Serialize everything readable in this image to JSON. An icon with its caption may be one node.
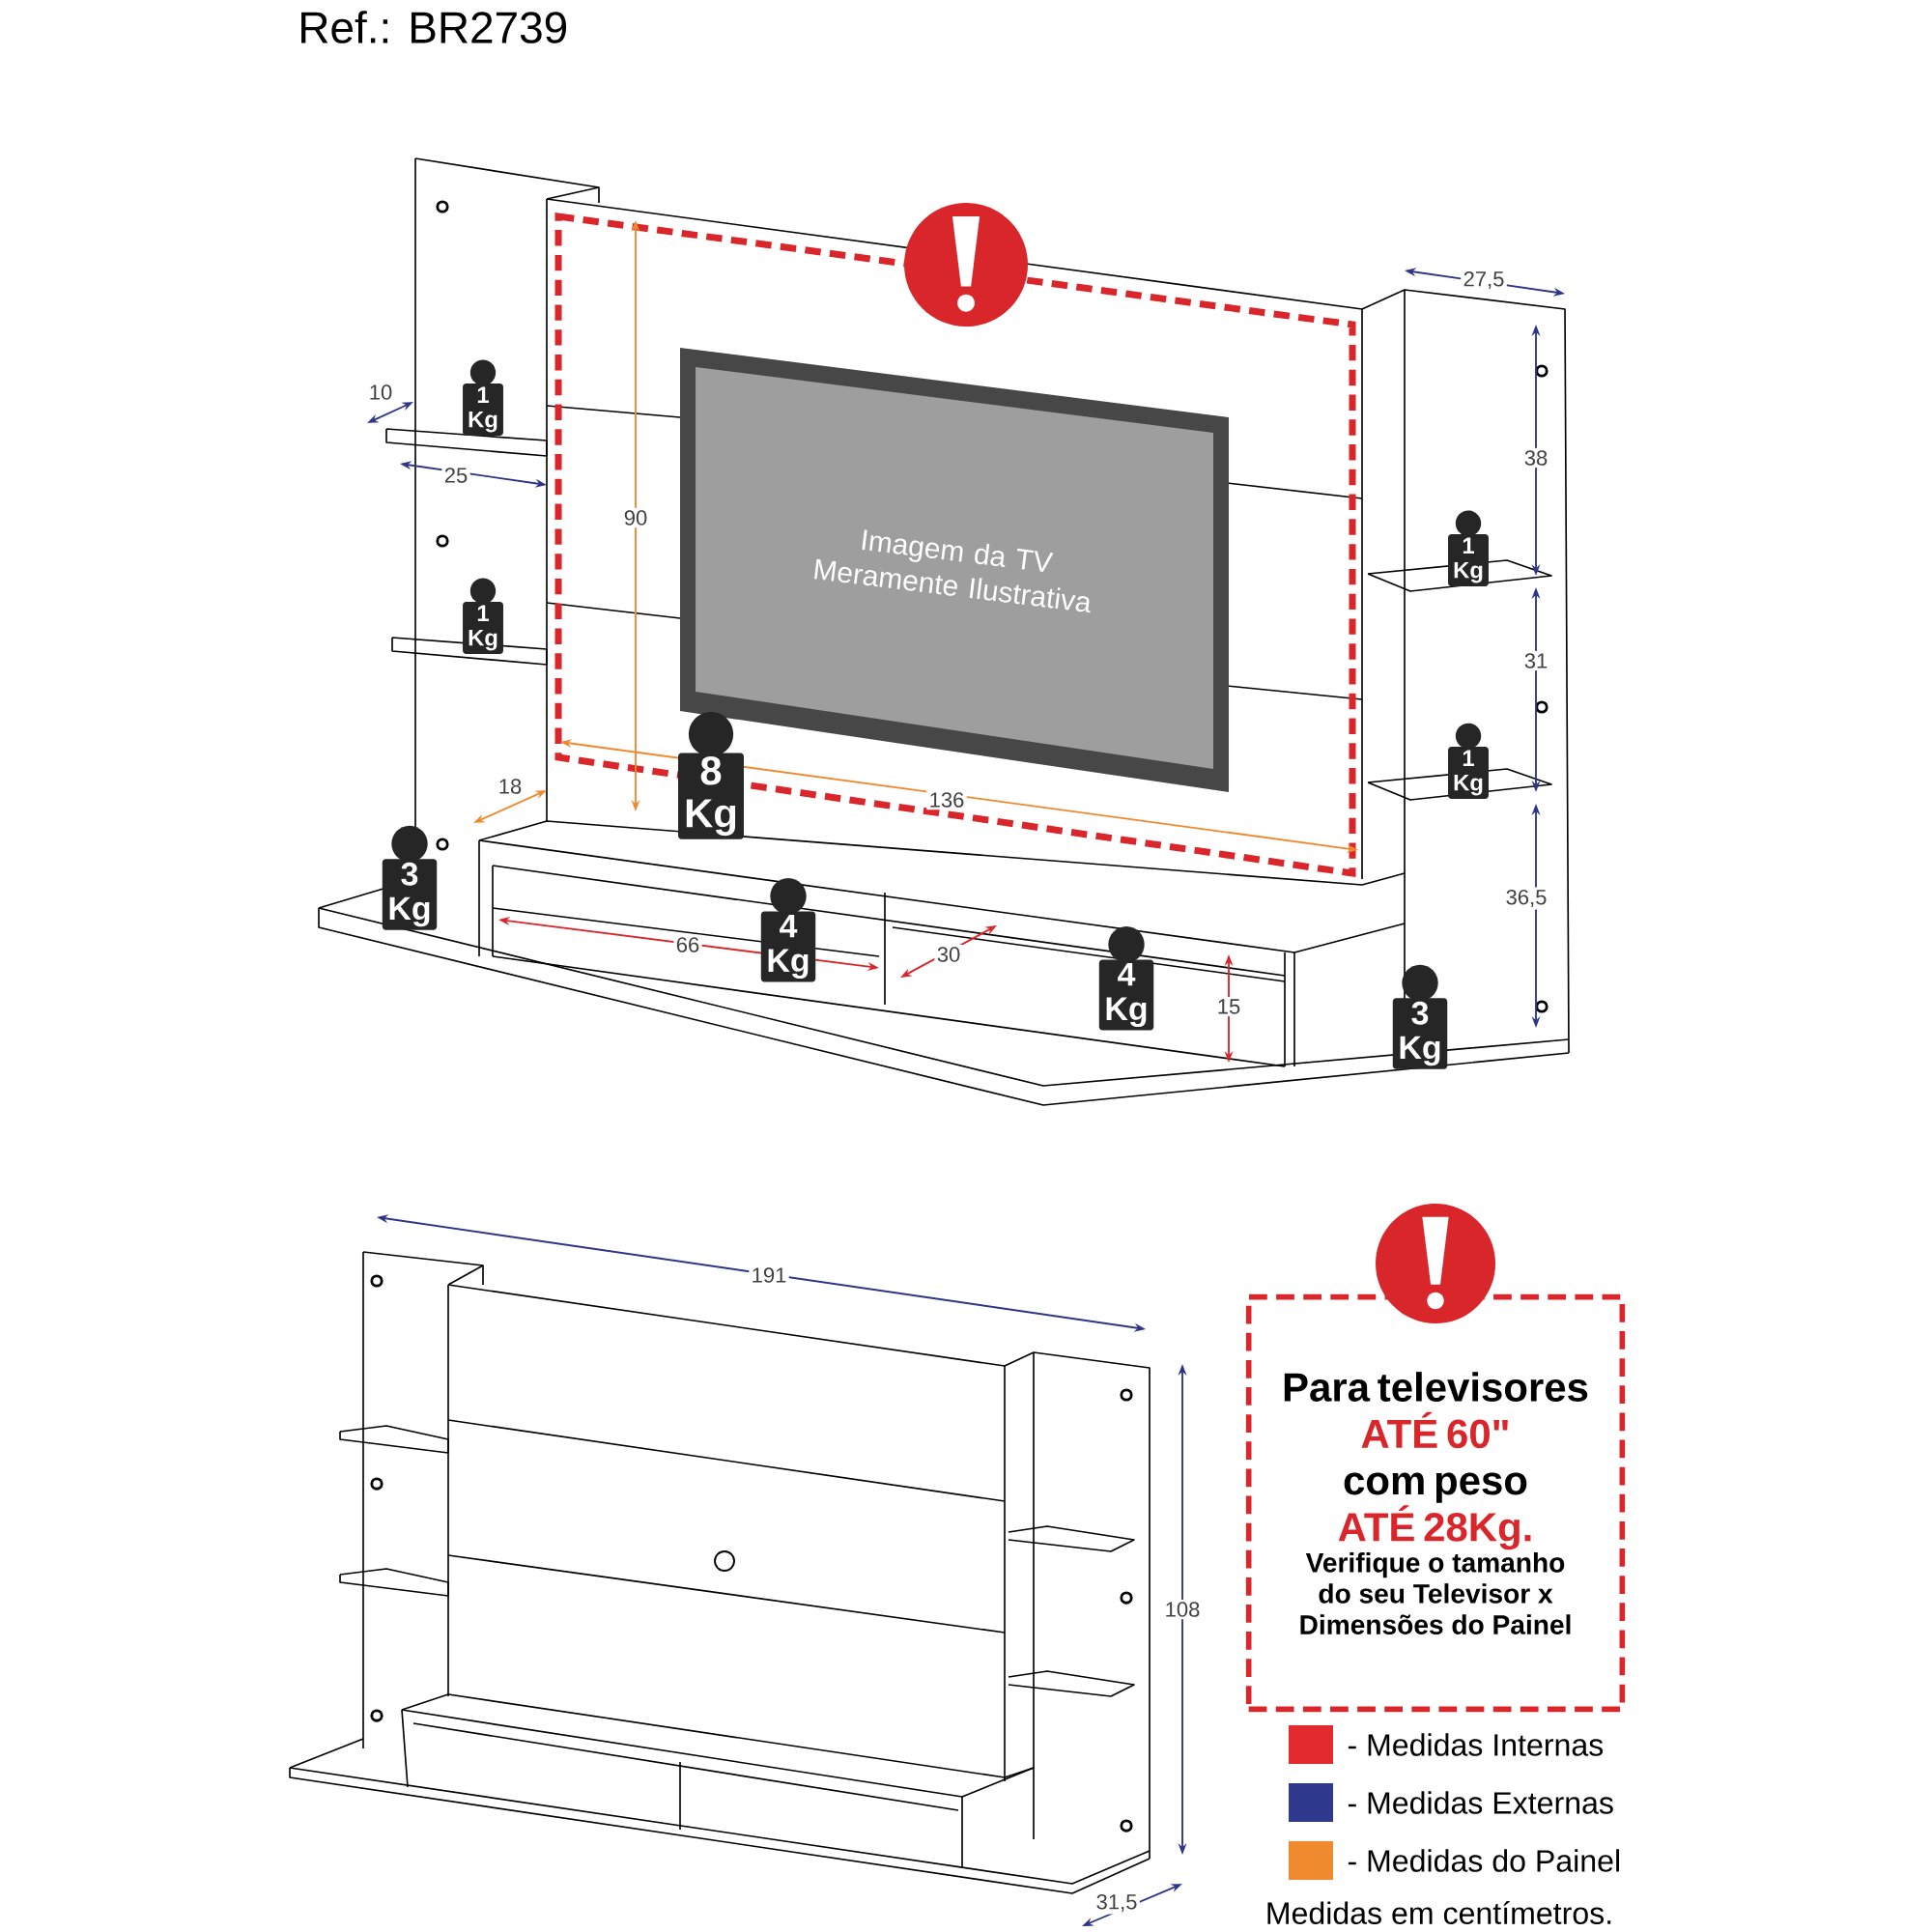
{
  "diagram": {
    "title": "Ref.: BR2739",
    "nodes": [
      {
        "text": [
          "Imagem da TV Meramente Ilustrativa"
        ]
      },
      {
        "text": [
          "1 Kg"
        ]
      },
      {
        "text": [
          "1 Kg"
        ]
      },
      {
        "text": [
          "1 Kg"
        ]
      },
      {
        "text": [
          "1 Kg"
        ]
      },
      {
        "text": [
          "8 Kg"
        ]
      },
      {
        "text": [
          "3 Kg"
        ]
      },
      {
        "text": [
          "4 Kg"
        ]
      },
      {
        "text": [
          "4 Kg"
        ]
      },
      {
        "text": [
          "3 Kg"
        ]
      },
      {
        "text": [
          "Para televisores",
          "ATÉ 60\"",
          "com peso",
          "ATÉ 28Kg.",
          "Verifique o tamanho do seu Televisor x Dimensões do Painel"
        ]
      }
    ],
    "labels": [
      "10",
      "25",
      "90",
      "136",
      "18",
      "66",
      "30",
      "15",
      "27,5",
      "38",
      "31",
      "36,5",
      "191",
      "108",
      "31,5",
      "Medidas em centímetros."
    ],
    "legend": [
      {
        "text": "- Medidas Internas",
        "color": "#e32b2f"
      },
      {
        "text": "- Medidas Externas",
        "color": "#2f3a8f"
      },
      {
        "text": "- Medidas do Painel",
        "color": "#f08a2e"
      }
    ]
  }
}
